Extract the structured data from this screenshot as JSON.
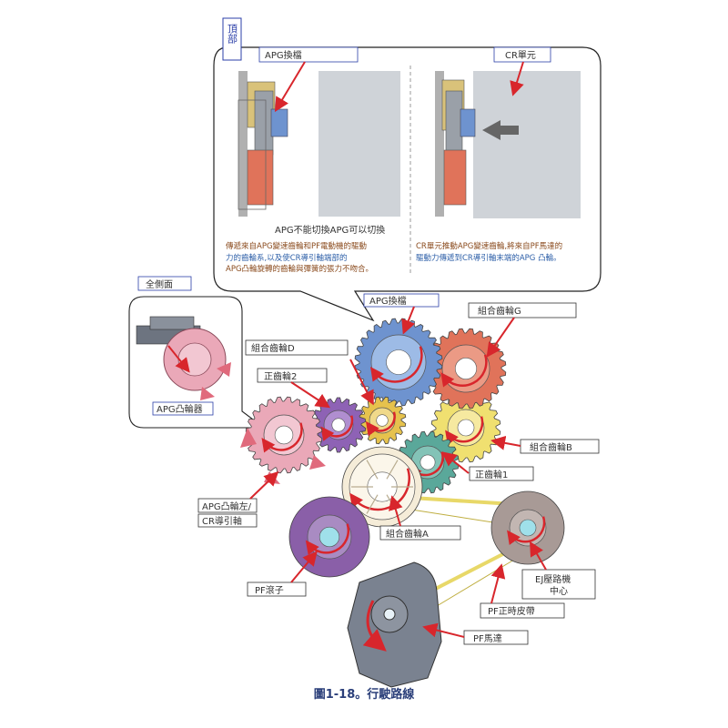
{
  "header": {
    "top_tab": "頂部",
    "side_tab": "全側面"
  },
  "top_panel": {
    "left_label": "APG換檔",
    "right_label": "CR單元",
    "left_caption": "APG不能切換APG可以切換",
    "left_note_lines": [
      "傳遞來自APG變速齒輪和PF電動機的驅動",
      "力的齒輪系,以及使CR導引軸端部的",
      "APG凸輪旋轉的齒輪與彈簧的張力不吻合。"
    ],
    "right_note_lines": [
      "CR單元推動APG變速齒輪,將來自PF馬達的",
      "驅動力傳遞到CR導引軸末端的APG 凸輪。"
    ]
  },
  "inset": {
    "label": "APG凸輪器"
  },
  "labels": {
    "apg_shift": "APG換檔",
    "gear_g": "組合齒輪G",
    "gear_d": "組合齒輪D",
    "spur2": "正齒輪2",
    "gear_b": "組合齒輪B",
    "spur1": "正齒輪1",
    "cam_left_1": "APG凸輪左/",
    "cam_left_2": "CR導引軸",
    "gear_a": "組合齒輪A",
    "ej_1": "EJ壓路機",
    "ej_2": "中心",
    "pf_roller": "PF滾子",
    "pf_belt": "PF正時皮帶",
    "pf_motor": "PF馬達"
  },
  "caption": "圖1-18。行駛路線",
  "colors": {
    "apg_gear": "#6e93cf",
    "gear_g": "#e0735a",
    "gear_d": "#e6c24d",
    "spur2": "#8e62b5",
    "gear_b": "#f0e070",
    "spur1": "#5aa89a",
    "gear_a": "#f5ecd8",
    "pf_roller": "#8a5fa8",
    "ej_roller": "#a89a96",
    "pf_motor": "#7a8290",
    "cam": "#eaa8b8",
    "arrow": "#d8262c",
    "label_line": "#2b3fa8"
  }
}
